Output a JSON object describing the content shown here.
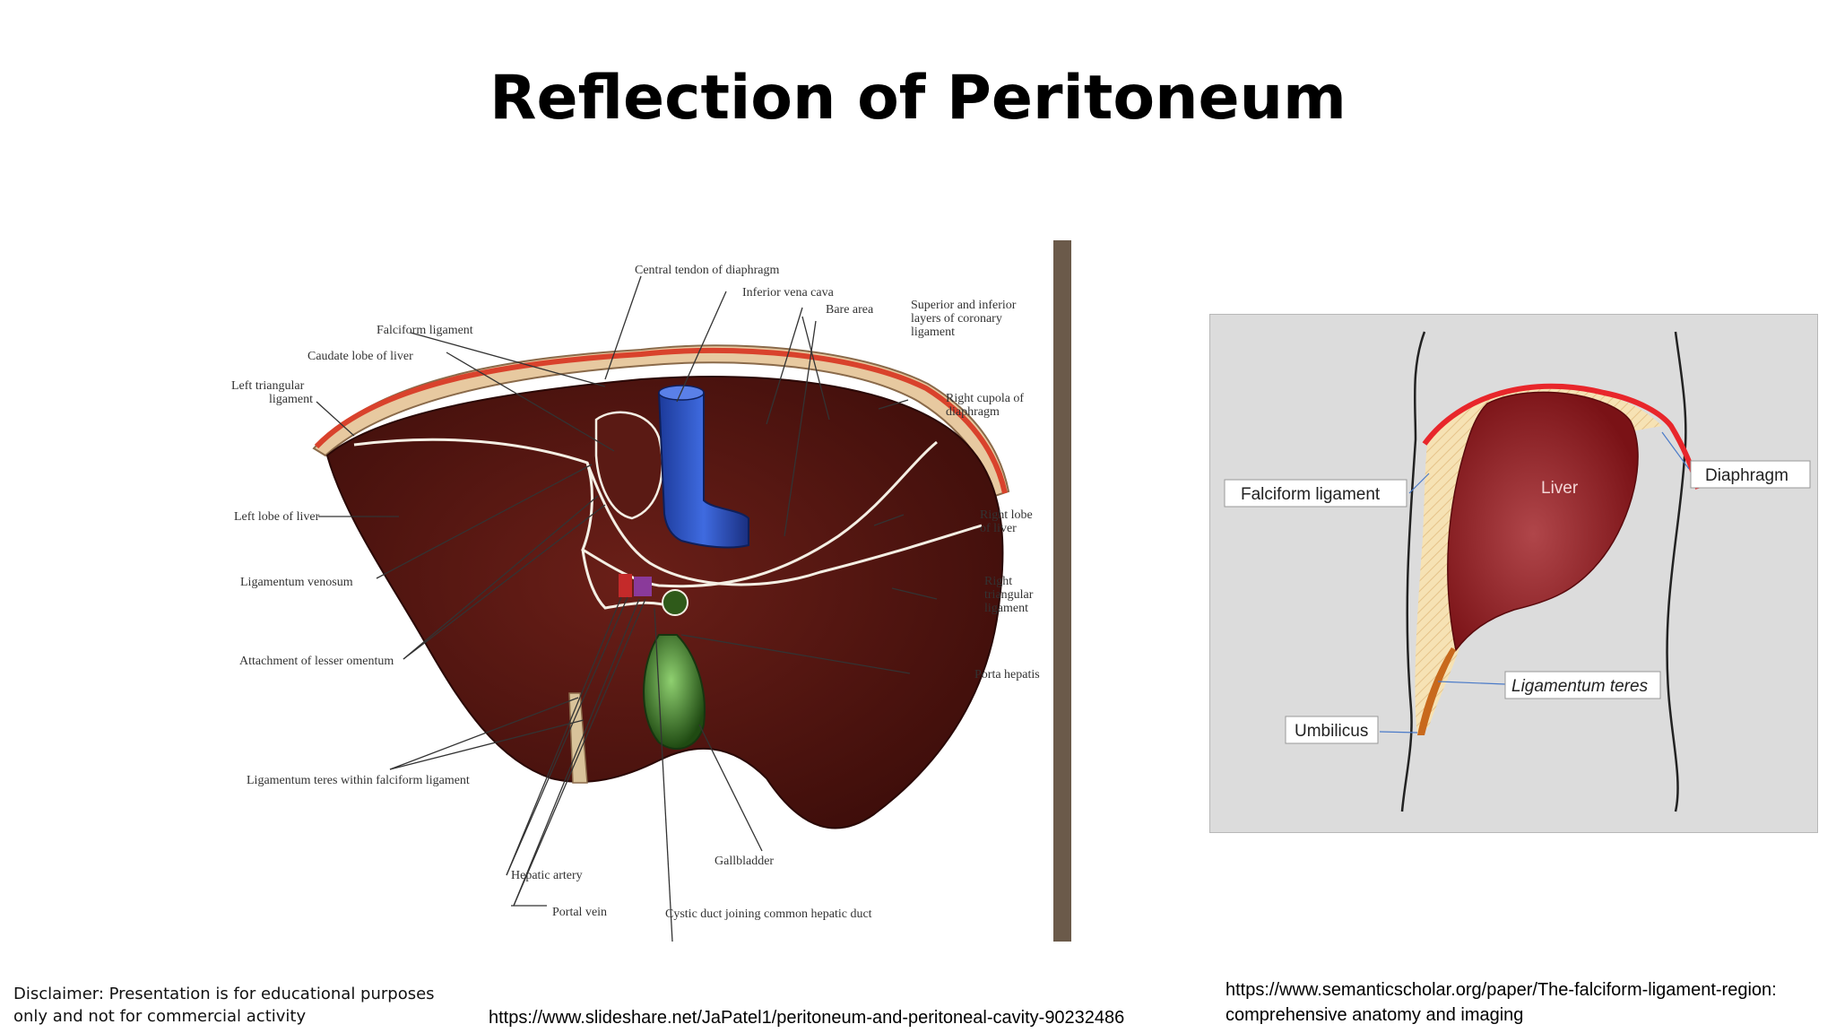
{
  "title": "Reflection of Peritoneum",
  "left_figure": {
    "labels": {
      "central_tendon": "Central tendon of diaphragm",
      "ivc": "Inferior vena cava",
      "bare_area": "Bare area",
      "coronary_1": "Superior and inferior",
      "coronary_2": "layers of coronary",
      "coronary_3": "ligament",
      "falciform": "Falciform ligament",
      "caudate": "Caudate lobe of liver",
      "left_triangular_1": "Left triangular",
      "left_triangular_2": "ligament",
      "right_cupola_1": "Right cupola of",
      "right_cupola_2": "diaphragm",
      "left_lobe": "Left lobe of liver",
      "right_lobe_1": "Right lobe",
      "right_lobe_2": "of liver",
      "lig_venosum": "Ligamentum venosum",
      "right_triangular_1": "Right",
      "right_triangular_2": "triangular",
      "right_triangular_3": "ligament",
      "lesser_omentum": "Attachment of lesser omentum",
      "porta": "Porta hepatis",
      "lig_teres": "Ligamentum teres within falciform ligament",
      "gallbladder": "Gallbladder",
      "hepatic_artery": "Hepatic artery",
      "portal_vein": "Portal vein",
      "cystic_duct": "Cystic duct joining common hepatic duct"
    }
  },
  "right_figure": {
    "labels": {
      "liver": "Liver",
      "falciform": "Falciform ligament",
      "diaphragm": "Diaphragm",
      "lig_teres": "Ligamentum teres",
      "umbilicus": "Umbilicus"
    },
    "colors": {
      "liver": "#8b1a1a",
      "ligament": "#f3dcac",
      "diaphragm": "#e8262b",
      "teres": "#c8691c",
      "background": "#dcdcdc"
    }
  },
  "footer": {
    "disclaimer_1": "Disclaimer: Presentation is for educational purposes",
    "disclaimer_2": "only and not for commercial activity",
    "source_left": "https://www.slideshare.net/JaPatel1/peritoneum-and-peritoneal-cavity-90232486",
    "source_right_1": "https://www.semanticscholar.org/paper/The-falciform-ligament-region:",
    "source_right_2": "comprehensive  anatomy and imaging"
  }
}
